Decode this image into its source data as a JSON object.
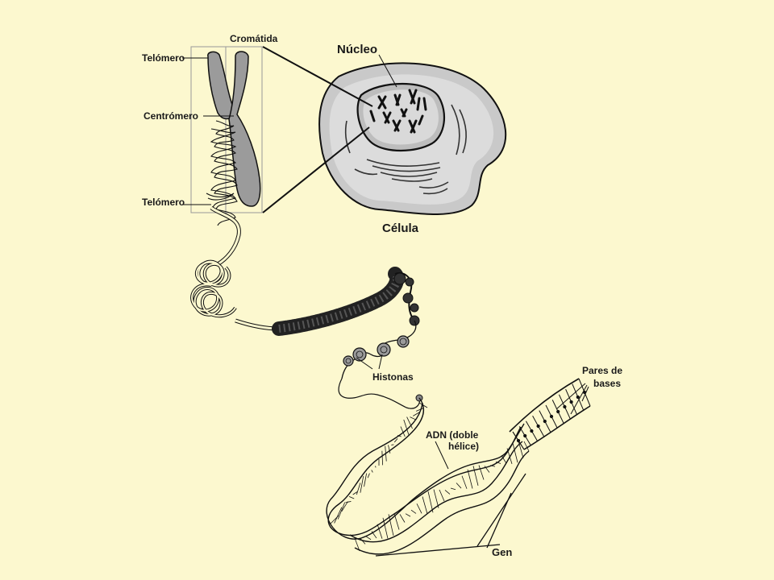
{
  "labels": {
    "cromatida": "Cromátida",
    "telomero_top": "Telómero",
    "centromero": "Centrómero",
    "telomero_bottom": "Telómero",
    "nucleo": "Núcleo",
    "celula": "Célula",
    "histonas": "Histonas",
    "pares_line1": "Pares de",
    "pares_line2": "bases",
    "adn_line1": "ADN (doble",
    "adn_line2": "hélice)",
    "gen": "Gen"
  },
  "colors": {
    "background": "#fcf8cf",
    "chromosome": "#9b9b9b",
    "cell_outer": "#cfcfcf",
    "nucleus": "#d6d6d6",
    "ink": "#111111"
  }
}
